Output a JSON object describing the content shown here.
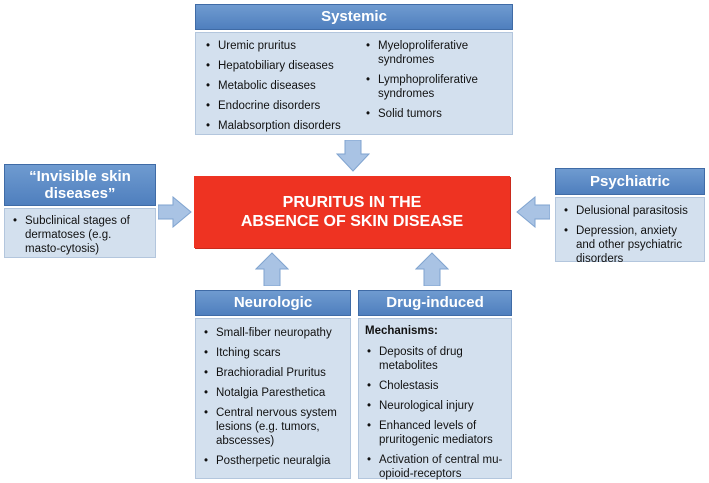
{
  "center": {
    "line1": "PRURITUS IN THE",
    "line2": "ABSENCE OF SKIN DISEASE"
  },
  "systemic": {
    "title": "Systemic",
    "left_items": [
      "Uremic pruritus",
      "Hepatobiliary diseases",
      "Metabolic diseases",
      "Endocrine disorders",
      "Malabsorption disorders"
    ],
    "right_items": [
      "Myeloproliferative syndromes",
      "Lymphoproliferative syndromes",
      "Solid tumors"
    ]
  },
  "invisible": {
    "title": "“Invisible skin diseases”",
    "items": [
      "Subclinical stages of dermatoses (e.g. masto-cytosis)"
    ]
  },
  "psychiatric": {
    "title": "Psychiatric",
    "items": [
      "Delusional parasitosis",
      "Depression, anxiety and other psychiatric disorders"
    ]
  },
  "neurologic": {
    "title": "Neurologic",
    "items": [
      "Small-fiber neuropathy",
      "Itching scars",
      "Brachioradial Pruritus",
      "Notalgia Paresthetica",
      "Central nervous system lesions (e.g. tumors, abscesses)",
      "Postherpetic neuralgia"
    ]
  },
  "drug": {
    "title": "Drug-induced",
    "mechanisms_label": "Mechanisms:",
    "items": [
      "Deposits of drug metabolites",
      "Cholestasis",
      "Neurological injury",
      "Enhanced levels of pruritogenic mediators",
      "Activation of central mu-opioid-receptors"
    ]
  },
  "colors": {
    "header": "#5b8bc7",
    "box_body": "#d3e0ee",
    "center": "#ee3322",
    "arrow": "#a9c3e4"
  }
}
